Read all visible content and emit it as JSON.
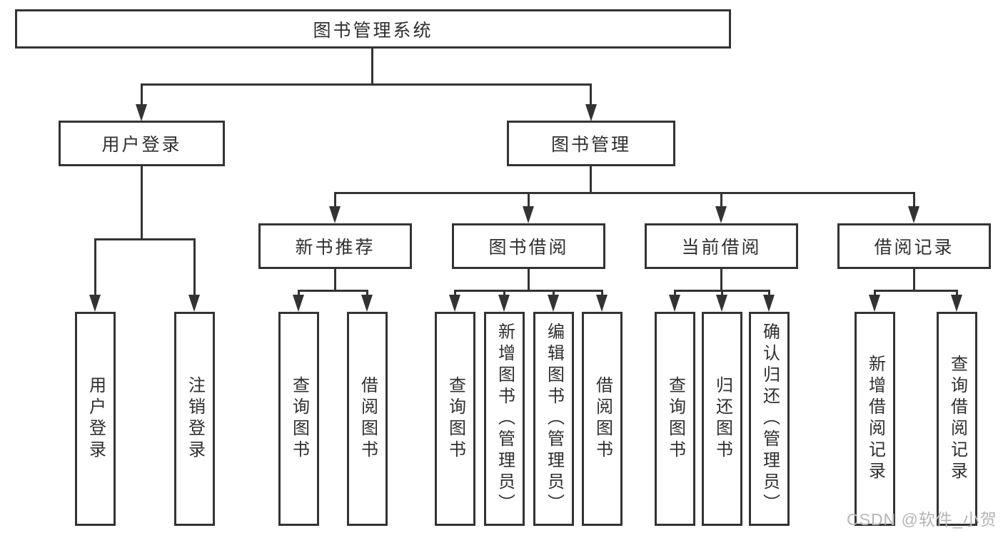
{
  "diagram": {
    "root": {
      "label": "图书管理系统"
    },
    "branches": [
      {
        "label": "用户登录",
        "children": [
          {
            "label": "用户登录"
          },
          {
            "label": "注销登录"
          }
        ]
      },
      {
        "label": "图书管理",
        "children": [
          {
            "label": "新书推荐",
            "children": [
              {
                "label": "查询图书"
              },
              {
                "label": "借阅图书"
              }
            ]
          },
          {
            "label": "图书借阅",
            "children": [
              {
                "label": "查询图书"
              },
              {
                "label": "新增图书（管理员）"
              },
              {
                "label": "编辑图书（管理员）"
              },
              {
                "label": "借阅图书"
              }
            ]
          },
          {
            "label": "当前借阅",
            "children": [
              {
                "label": "查询图书"
              },
              {
                "label": "归还图书"
              },
              {
                "label": "确认归还（管理员）"
              }
            ]
          },
          {
            "label": "借阅记录",
            "children": [
              {
                "label": "新增借阅记录"
              },
              {
                "label": "查询借阅记录"
              }
            ]
          }
        ]
      }
    ]
  },
  "watermark": {
    "text": "CSDN @软件_小贺同学"
  },
  "colors": {
    "line": "#333333",
    "text": "#2f2f2f",
    "watermark": "#b5b5b5",
    "box_fill": "#ffffff",
    "background": "#ffffff"
  }
}
